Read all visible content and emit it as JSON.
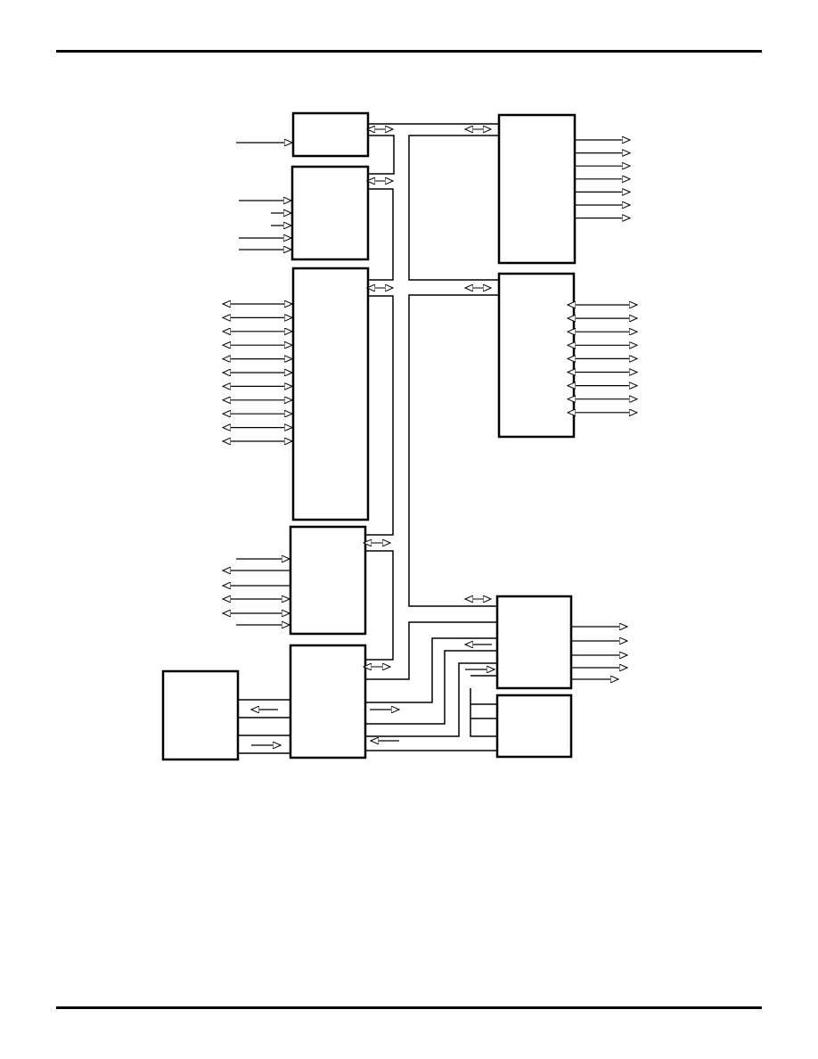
{
  "page": {
    "background": "#ffffff",
    "ink_color": "#000000"
  },
  "diagram": {
    "blocks": [
      {
        "id": "block-top-left-small"
      },
      {
        "id": "block-input-group"
      },
      {
        "id": "block-bidirectional-port"
      },
      {
        "id": "block-mid-lower-left"
      },
      {
        "id": "block-bottom-left-center"
      },
      {
        "id": "block-external-left"
      },
      {
        "id": "block-right-output"
      },
      {
        "id": "block-right-bidirectional"
      },
      {
        "id": "block-lower-right-output"
      },
      {
        "id": "block-bottom-right"
      }
    ],
    "signal_counts": {
      "top_left_small_inputs": 1,
      "input_group_inputs": 5,
      "bidirectional_port_lines": 11,
      "mid_lower_left_lines": 6,
      "right_output_lines": 7,
      "right_bidirectional_lines": 9,
      "lower_right_output_lines": 5
    }
  }
}
